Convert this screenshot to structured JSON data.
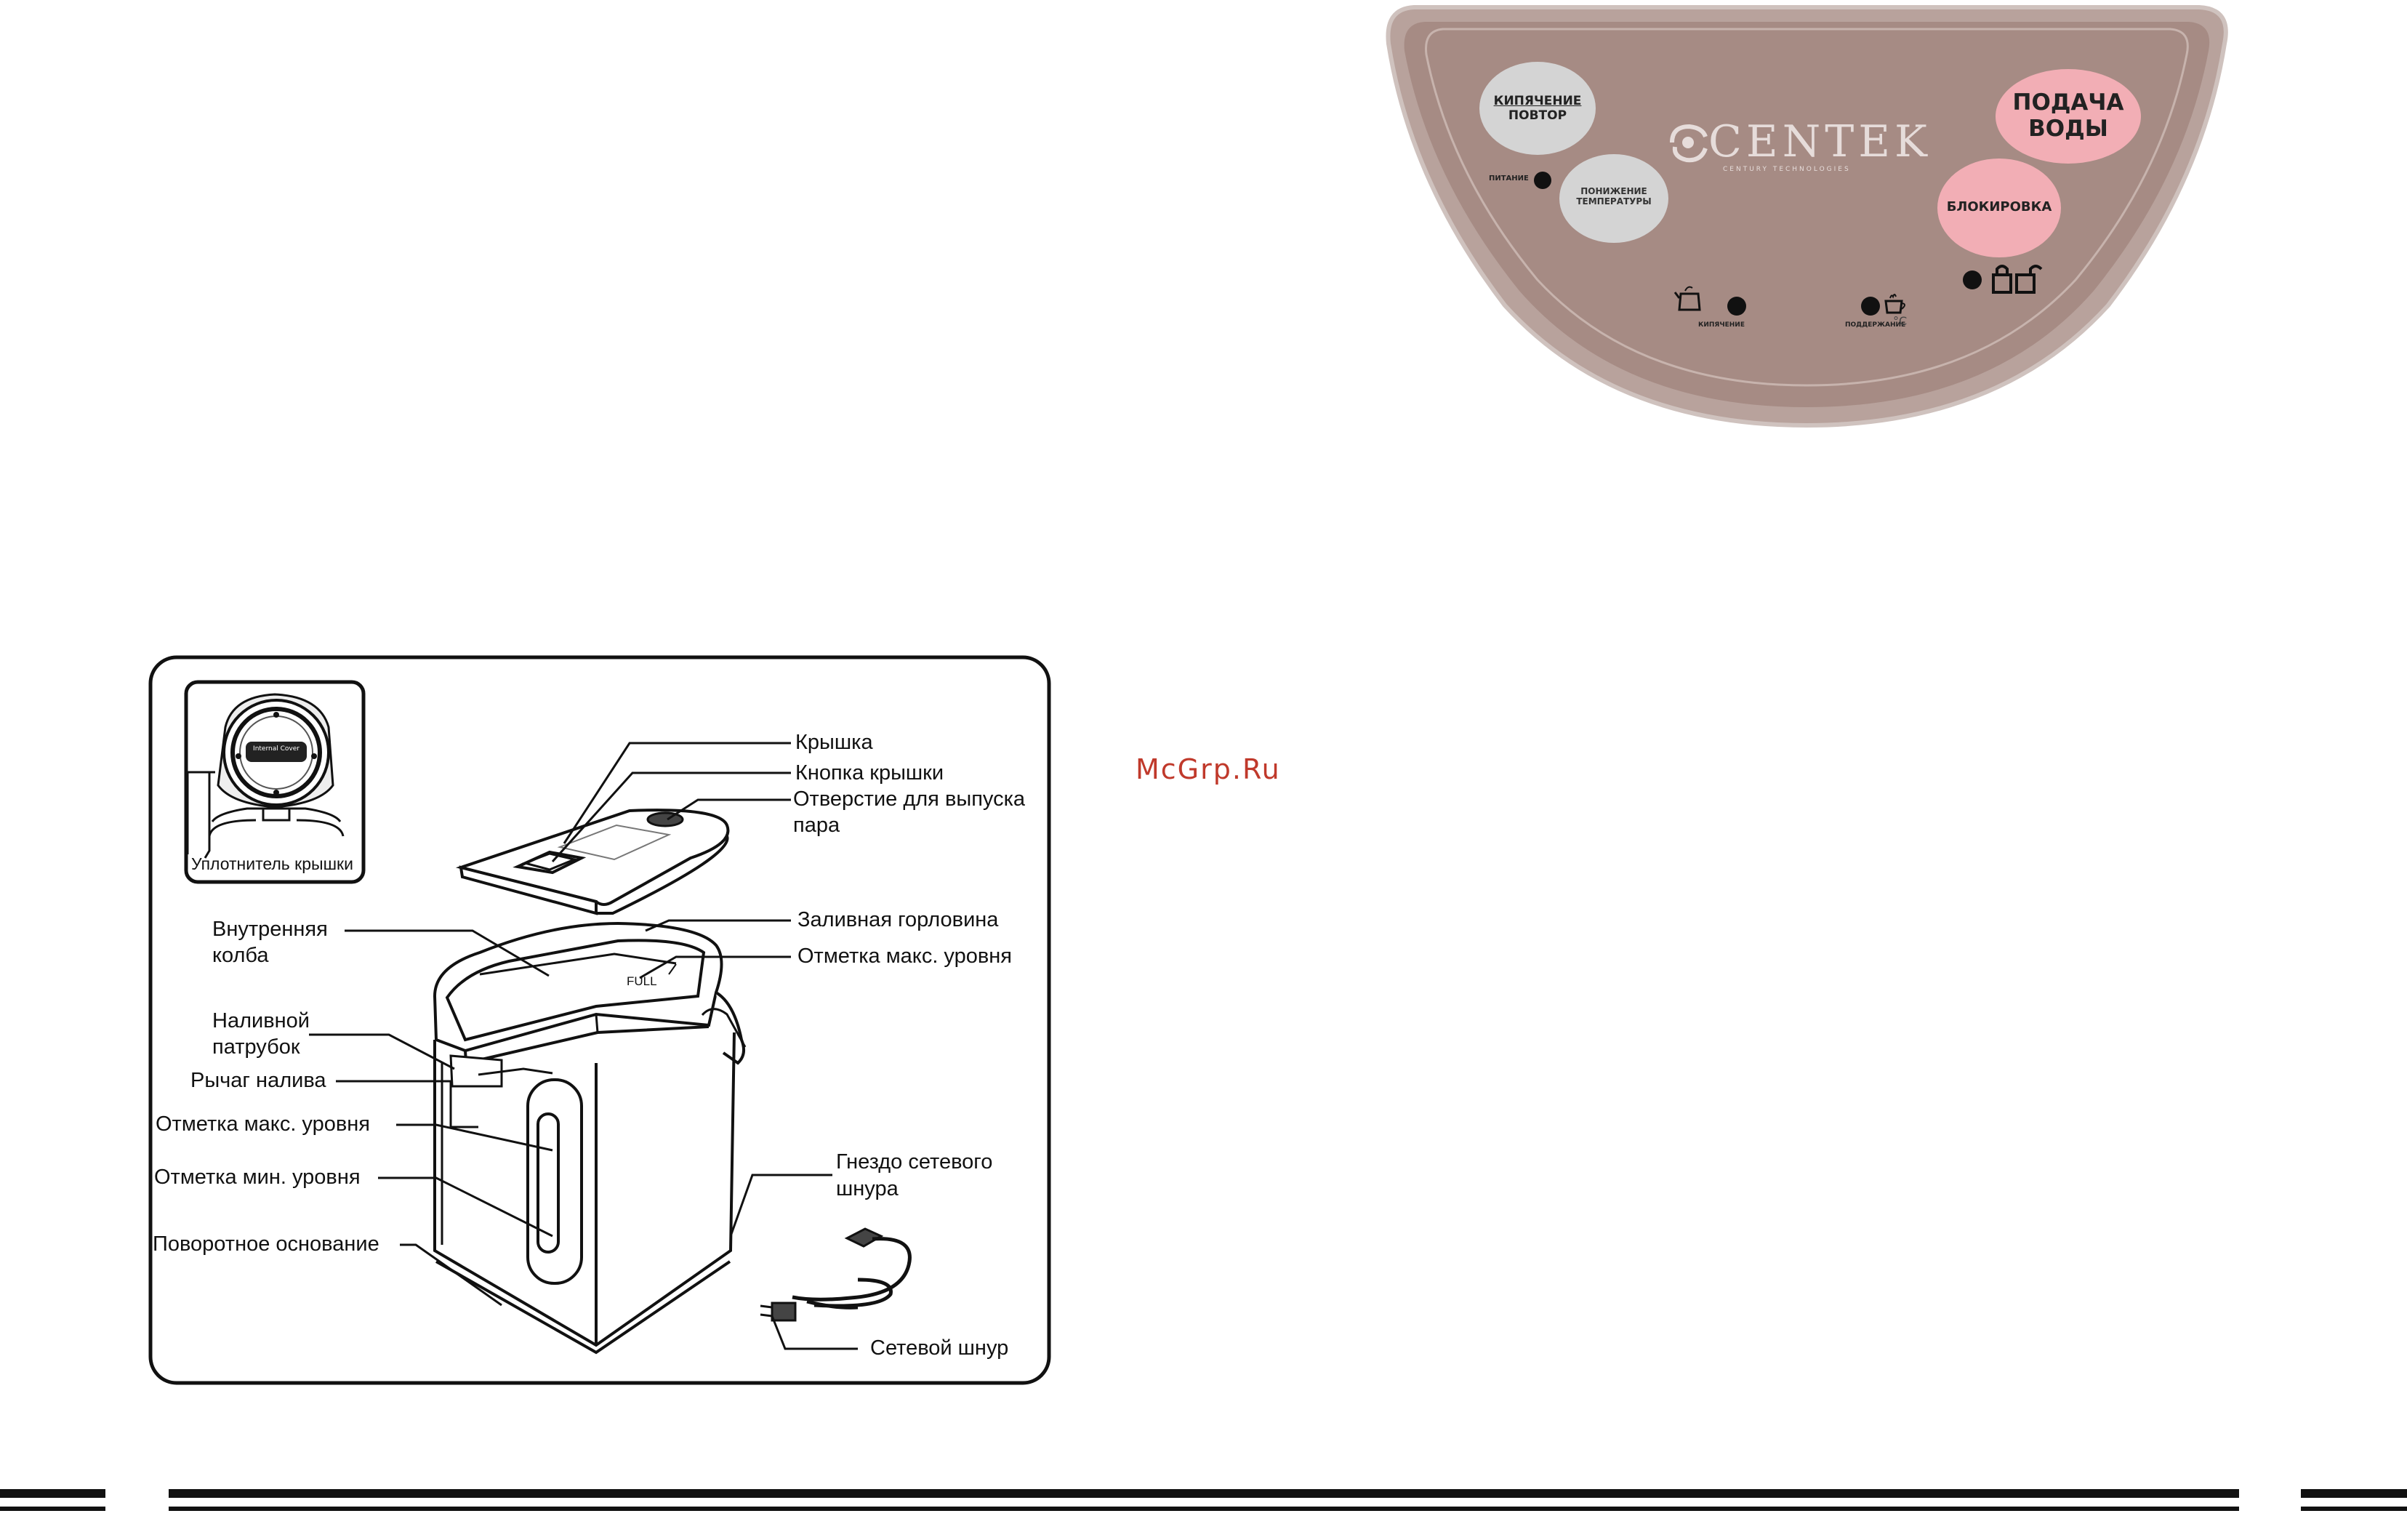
{
  "watermark": "McGrp.Ru",
  "colors": {
    "panel_fill": "#a68b84",
    "panel_border": "#b8a29c",
    "button_grey": "#d4d4d4",
    "button_pink": "#f2aeb5",
    "text_dark": "#111111",
    "watermark": "#c0392b"
  },
  "control_panel": {
    "brand": "CENTEK",
    "brand_tagline": "CENTURY TECHNOLOGIES",
    "btn_boil_line1": "КИПЯЧЕНИЕ",
    "btn_boil_line2": "ПОВТОР",
    "btn_temp_line1": "ПОНИЖЕНИЕ",
    "btn_temp_line2": "ТЕМПЕРАТУРЫ",
    "btn_supply_line1": "ПОДАЧА",
    "btn_supply_line2": "ВОДЫ",
    "btn_lock": "БЛОКИРОВКА",
    "power_label": "ПИТАНИЕ",
    "boil_indicator_label": "КИПЯЧЕНИЕ",
    "keep_warm_label": "ПОДДЕРЖАНИЕ",
    "keep_warm_unit": "°C"
  },
  "diagram": {
    "inset_label": "Уплотнитель крышки",
    "inset_cover_text": "Internal Cover",
    "full_mark": "FULL",
    "labels": {
      "lid": "Крышка",
      "lid_button": "Кнопка крышки",
      "steam_vent_1": "Отверстие для выпуска",
      "steam_vent_2": "пара",
      "filler_neck": "Заливная горловина",
      "max_level_top": "Отметка макс. уровня",
      "inner_flask_1": "Внутренняя",
      "inner_flask_2": "колба",
      "spout_1": "Наливной",
      "spout_2": "патрубок",
      "pour_lever": "Рычаг налива",
      "max_level": "Отметка макс. уровня",
      "min_level": "Отметка мин. уровня",
      "swivel_base": "Поворотное основание",
      "socket_1": "Гнездо сетевого",
      "socket_2": "шнура",
      "cord": "Сетевой шнур"
    }
  }
}
